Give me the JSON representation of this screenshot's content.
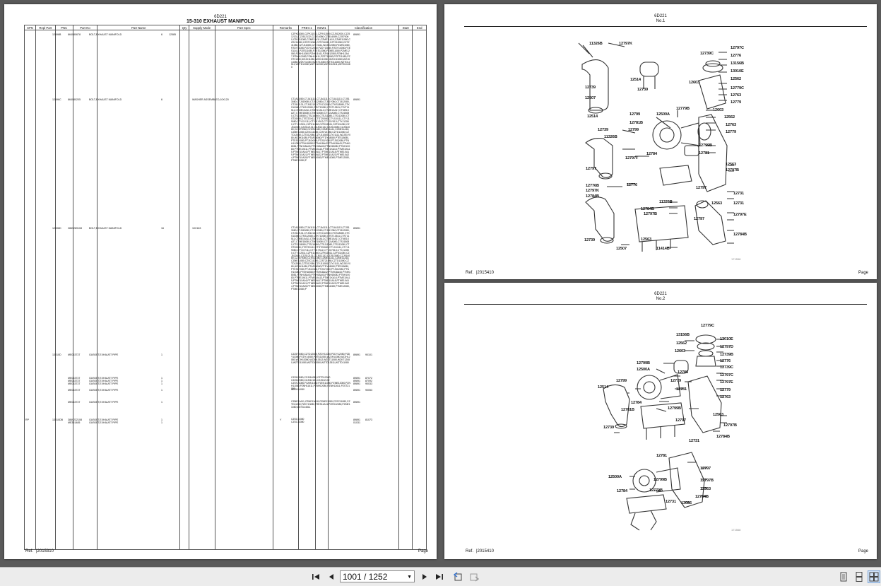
{
  "left_page": {
    "model": "6D221",
    "title": "15-310 EXHAUST MANIFOLD",
    "ref_label": "Ref.",
    "ref_value": "|2015310",
    "page_label": "Page",
    "columns": [
      "SPN",
      "Repl Part",
      "PNC",
      "Part No",
      "Part Name",
      "Qty",
      "Supply Mode",
      "Part Spec",
      "Remarks",
      "PREV.1",
      "NEW1",
      "Classification",
      "Start",
      "End"
    ],
    "rows": [
      {
        "pnc": "12696B",
        "part_no": "864080678",
        "name": "BOLT,EXHAUST MANIFOLD",
        "qty": "6",
        "supply": "12585",
        "spec": "",
        "classification": "CZFK11080,CZFK11511,CZFK11590,CZJ512000,CZJ512131,CZJ512132,CZJ514080,CZJ514089,CZJ570060,CZKR11080,CZME11411,CZME11A10,CZME11080,CZSC11080,CZST21080,CZTZ11080,CZTZ12080,CZTZ41080,CZYJ11080,CZYJ1111,WZJ512080,PZAR11080,PZDY11080,PZDY12080,PZDY13080,PZDY14080,PZES11411,PZES11080,PZES12080,PZME11080,PZME12080,PZNH11080,PZNH11611,PZNH12080,PZNH12A47,PZNH12082,PZNH12611,PZST11080,PZST11080,PZST21080,WZJH11080,WZJH12080,WZJH13080,WZJH14080,WZKT11080,WZKT12080,WZTD11080,WZTD12511,WZTD12080,WZTD12080,WZTD12511,WZTD11080",
        "start": "89891",
        "end": ""
      },
      {
        "pnc": "12696C",
        "part_no": "864080205",
        "name": "BOLT,EXHAUST MANIFOLD",
        "qty": "6",
        "supply": "",
        "spec": "WASHER ASSEMBLED,10X120",
        "classification": "CTJA11080,CTJA11111,CTJA11112,CTJA11113,CTJ513080,CTJ519080,CTJ512080,CTJ51Y080,CTJ512080,CTJ512131,CTJ512132,CTKC12080,CTKS18080,CTKS11080,CTKS12080,CTKT12080,CTKT13511,CTKT11511,CTME1XA11,CTME1XA12,CTME1XA17,CTME1XA27,CTME18080,CTME18080,CTSJ1A080,CTSJ18080,CTSJ18080,CTSJ18080,CTSJ11080,CTSJ12080,CTST20080,CTST20X12,CTST20080,CTYJ1X111,CTYJ19080,CTYJ1Y111,CTYJ1Y512,CTYJ1Y513,CTYJ12080,CTYJ12511,CZFK11080,CZFK11511,CZFK11080,CZJ512080,CZJ512131,CZJ512132,CZJ513080,CZJ514080,CZJ570060,CZKS11080,CZME11A11,CZME11A18,CZME11080,CZSC11080,CZST21080,CZTD11080,CZTD12080,CZTD12080,CZYJ11080,CZYJ1111,WZJ51Y080,WZJH11080,PTAR18080,PTDY18080,PTES18080,PTES1Y080,PTJ51X080,PTJ51Y080,PTJ512080,PTNH1X080,PTNH18080,PTNH18A42,PTNH18A43,PTNH18081,PTNH18A43,PTNH18A43,PTNH18082,PTNH1X083,PTME1X611,PTME1XA13,PTME1XA14,PTME1XA15,PTME1XA16,PTME1XA17,PTME1XA18,PTME1XA19,PTME1XA21,PTME1XA22,PTME1XA23,PTME1XA24,PTME1XA25,PTME1X080,PTME11080,PTME12080,PTME13080,P",
        "start": "89891",
        "end": ""
      },
      {
        "pnc": "12696D",
        "part_no": "2869289108",
        "name": "BOLT,EXHAUST MANIFOLD",
        "qty": "16",
        "supply": "",
        "spec": "10X163",
        "classification": "CTJA11080,CTJA11111,CTJA11112,CTJA11113,CTJ513080,CTJ519080,CTJ512080,CTJ51Y080,CTJ512080,CTJ512131,CTJ512132,CTKC12080,CTKS18080,CTKS11080,CTKS12080,CTKT12080,CTKT13511,CTKT11511,CTME1XA11,CTME1XA12,CTME1XA17,CTME1XA27,CTME18080,CTME18080,CTSJ1A080,CTSJ18080,CTSJ18080,CTSJ18080,CTSJ11080,CTSJ12080,CTST20080,CTST20X12,CTST20080,CTYJ1X111,CTYJ19080,CTYJ1Y111,CTYJ1Y512,CTYJ1Y513,CTYJ12080,CTYJ12511,CZFK11080,CZFK11511,CZFK11080,CZJ512080,CZJ512131,CZJ512132,CZJ513080,CZJ514080,CZJ570060,CZKS11080,CZME11A11,CZME11A18,CZME11080,CZSC11080,CZST21080,CZTD11080,CZTD12080,CZTD12080,CZYJ11080,CZYJ1111,WZJ51Y080,WZJH11080,PTAR18080,PTDY18080,PTES18080,PTES1Y080,PTJ51X080,PTJ51Y080,PTJ512080,PTNH1X080,PTNH18080,PTNH18A42,PTNH18A43,PTNH18081,PTNH18A43,PTNH18A43,PTNH18082,PTNH1X083,PTME1X611,PTME1XA13,PTME1XA14,PTME1XA15,PTME1XA16,PTME1XA17,PTME1XA18,PTME1XA19,PTME1XA21,PTME1XA22,PTME1XA23,PTME1XA24,PTME1XA25,PTME1X080,PTME11080,PTME12080,PTME13080,P",
        "start": "89891",
        "end": ""
      },
      {
        "pnc": "13010D",
        "part_no": "ME063737",
        "name": "GASKET,EXHAUST PIPE",
        "qty": "1",
        "supply": "",
        "spec": "",
        "classification": "CZJ570080,CZTD12080,PZDY11080,PZDY12080,PZDY11080,PZDY14080,PZES11080,WZJH11080,WZJH12080,WZJH13080,WZJH13512,WZKT11080,WZKT12080,WZTD11080,WZTD12080,WZTD13511,WZTD11080",
        "start": "89891",
        "end": "90101"
      },
      {
        "pnc": "",
        "part_no": "ME063737",
        "name": "GASKET,EXHAUST PIPE",
        "qty": "1",
        "supply": "",
        "spec": "",
        "classification": "CZJ513080,CZJ514080,CZTD12080",
        "start": "89891",
        "end": "87072"
      },
      {
        "pnc": "",
        "part_no": "ME063737",
        "name": "GASKET,EXHAUST PIPE",
        "qty": "1",
        "supply": "",
        "spec": "",
        "classification": "CZJ512080,CZJ512131,CZJ512132",
        "start": "89891",
        "end": "87092"
      },
      {
        "pnc": "",
        "part_no": "ME063737",
        "name": "GASKET,EXHAUST PIPE",
        "qty": "1",
        "supply": "",
        "spec": "",
        "classification": "CZST21080,PZAR11080,PZES11080,PZME12080,PZNH11080,PZNH11611,PZNH12080,PZNH12611,PZST21080",
        "start": "89891",
        "end": "90033"
      },
      {
        "pnc": "",
        "part_no": "ME063737",
        "name": "GASKET,EXHAUST PIPE",
        "qty": "1",
        "supply": "",
        "spec": "",
        "classification": "WZJH14080",
        "start": "89891",
        "end": "90053"
      },
      {
        "pnc": "",
        "part_no": "ME063737",
        "name": "GASKET,EXHAUST PIPE",
        "qty": "1",
        "supply": "",
        "spec": "",
        "classification": "CZME11A11,CZME11A18,CZME11080,CZSC11080,CZTD11080,PZDY13080,PZES11A11,PZES12080,PZME11080,WZTD14511",
        "start": "89891",
        "end": ""
      },
      {
        "spn": "RP",
        "pnc": "13010DB",
        "part_no": "3869232108",
        "name": "GASKET,EXHAUST PIPE",
        "qty": "1",
        "supply": "",
        "spec": "",
        "new1": "Y",
        "classification": "CZSC11080",
        "start": "89891",
        "end": "81073"
      },
      {
        "pnc": "",
        "part_no": "ME351485",
        "name": "GASKET,EXHAUST PIPE",
        "qty": "1",
        "supply": "",
        "spec": "",
        "classification": "CZSC11080",
        "start": "01031",
        "end": ""
      }
    ]
  },
  "right_top": {
    "model": "6D221",
    "label": "No.1",
    "ref_label": "Ref.",
    "ref_value": "|2015410",
    "page_label": "Page",
    "parts": [
      "11326B",
      "12797K",
      "12797C",
      "12776",
      "12739C",
      "13156B",
      "13010E",
      "12562",
      "12603",
      "12779C",
      "12763",
      "12779",
      "12739",
      "12514",
      "12507",
      "12739",
      "12779B",
      "12603",
      "12514",
      "12799",
      "12500A",
      "12562",
      "12781B",
      "12763",
      "12739",
      "12799",
      "12779",
      "11326B",
      "12799B",
      "12797F",
      "12784",
      "12781",
      "12797",
      "12563",
      "12797B",
      "12776B",
      "12776",
      "12797K",
      "12797",
      "12784B",
      "11326B",
      "12731",
      "12563",
      "12731",
      "12784B",
      "12797E",
      "12797B",
      "12797",
      "12784B",
      "12739",
      "12563",
      "12507",
      "11414B"
    ],
    "code": "171558"
  },
  "right_bottom": {
    "model": "6D221",
    "label": "No.2",
    "ref_label": "Ref.",
    "ref_value": "|2015410",
    "page_label": "Page",
    "parts": [
      "12779C",
      "13156B",
      "13010E",
      "12562",
      "12797D",
      "12603",
      "12739B",
      "12776",
      "12799B",
      "12739C",
      "12500A",
      "12786",
      "12797C",
      "12799",
      "12779",
      "12797E",
      "12514",
      "12781",
      "12779",
      "12784",
      "12763",
      "12781B",
      "12799B",
      "12563",
      "12739",
      "12797",
      "12797B",
      "12731",
      "12784B",
      "12781",
      "12797",
      "12500A",
      "12799B",
      "12797B",
      "12784",
      "12779B",
      "12563",
      "13086",
      "12784B",
      "12731"
    ],
    "code": "171568"
  },
  "toolbar": {
    "page_indicator": "1001 / 1252"
  }
}
